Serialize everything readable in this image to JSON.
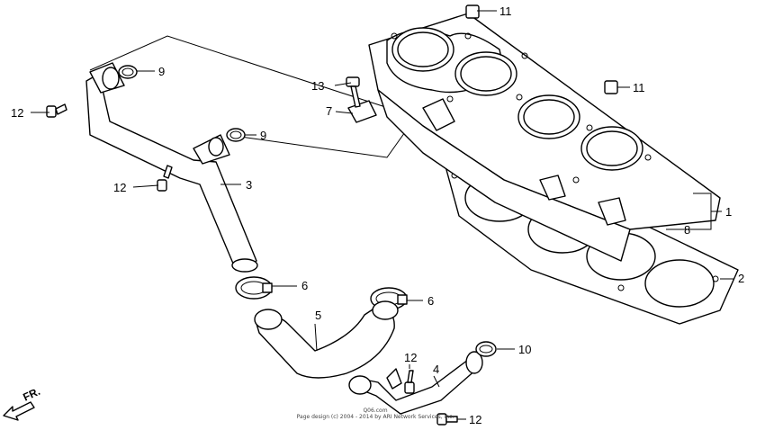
{
  "callouts": {
    "c1": "1",
    "c2": "2",
    "c3": "3",
    "c4": "4",
    "c5": "5",
    "c6a": "6",
    "c6b": "6",
    "c7": "7",
    "c8": "8",
    "c9a": "9",
    "c9b": "9",
    "c10": "10",
    "c11a": "11",
    "c11b": "11",
    "c12a": "12",
    "c12b": "12",
    "c12c": "12",
    "c12d": "12",
    "c13": "13"
  },
  "direction_label": "FR.",
  "footer": {
    "line1": "Q06.com",
    "line2": "Page design (c) 2004 - 2014 by ARI Network Services, Inc."
  }
}
